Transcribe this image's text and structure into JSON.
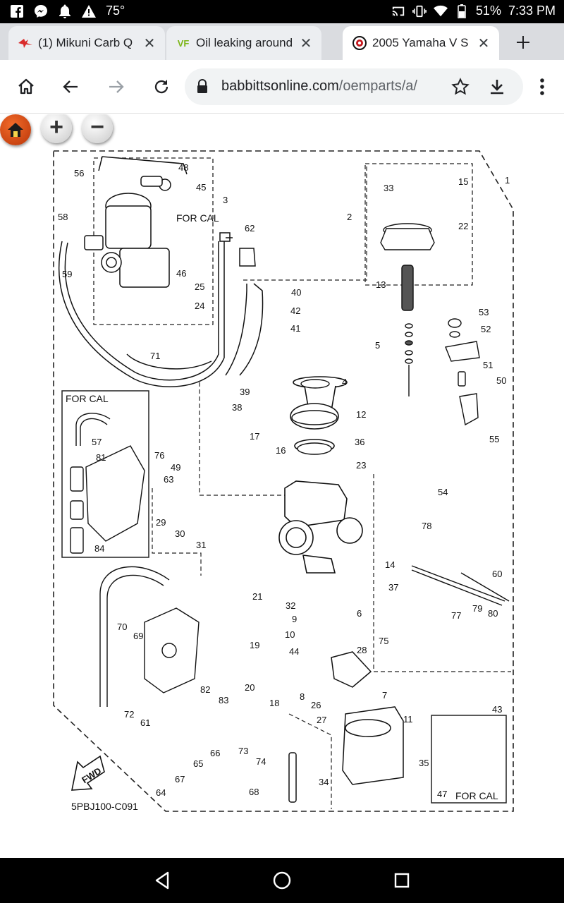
{
  "status_bar": {
    "temperature": "75°",
    "battery": "51%",
    "time": "7:33 PM",
    "left_icons": [
      "facebook-icon",
      "messenger-icon",
      "bell-icon",
      "warning-icon"
    ],
    "right_icons": [
      "cast-icon",
      "vibrate-icon",
      "wifi-icon",
      "battery-icon"
    ]
  },
  "tabs": [
    {
      "title": "(1) Mikuni Carb Q",
      "favicon": "mikuni-favicon",
      "active": false
    },
    {
      "title": "Oil leaking around",
      "favicon": "vf-favicon",
      "favicon_text": "VF",
      "active": false
    },
    {
      "title": "2005 Yamaha V S",
      "favicon": "babbitts-favicon",
      "active": true
    }
  ],
  "toolbar": {
    "url_domain": "babbittsonline.com",
    "url_path": "/oemparts/a/"
  },
  "page": {
    "zoom_in_label": "+",
    "zoom_out_label": "−",
    "diagram_code": "5PBJ100-C091",
    "fwd_label": "FWD",
    "for_cal_label": "FOR CAL",
    "callouts": [
      "1",
      "2",
      "3",
      "4",
      "5",
      "6",
      "7",
      "8",
      "9",
      "10",
      "11",
      "12",
      "13",
      "14",
      "15",
      "16",
      "17",
      "18",
      "19",
      "20",
      "21",
      "22",
      "23",
      "24",
      "25",
      "26",
      "27",
      "28",
      "29",
      "30",
      "31",
      "32",
      "33",
      "34",
      "35",
      "36",
      "37",
      "38",
      "39",
      "40",
      "41",
      "42",
      "43",
      "44",
      "45",
      "46",
      "47",
      "48",
      "49",
      "50",
      "51",
      "52",
      "53",
      "54",
      "55",
      "56",
      "57",
      "58",
      "59",
      "60",
      "61",
      "62",
      "63",
      "64",
      "65",
      "66",
      "67",
      "68",
      "69",
      "70",
      "71",
      "72",
      "73",
      "74",
      "75",
      "76",
      "77",
      "78",
      "79",
      "80",
      "81",
      "82",
      "83",
      "84"
    ]
  },
  "colors": {
    "status_bar_bg": "#000000",
    "tab_strip_bg": "#dadce0",
    "home_button": "#e0541a",
    "diagram_ink": "#111111"
  }
}
